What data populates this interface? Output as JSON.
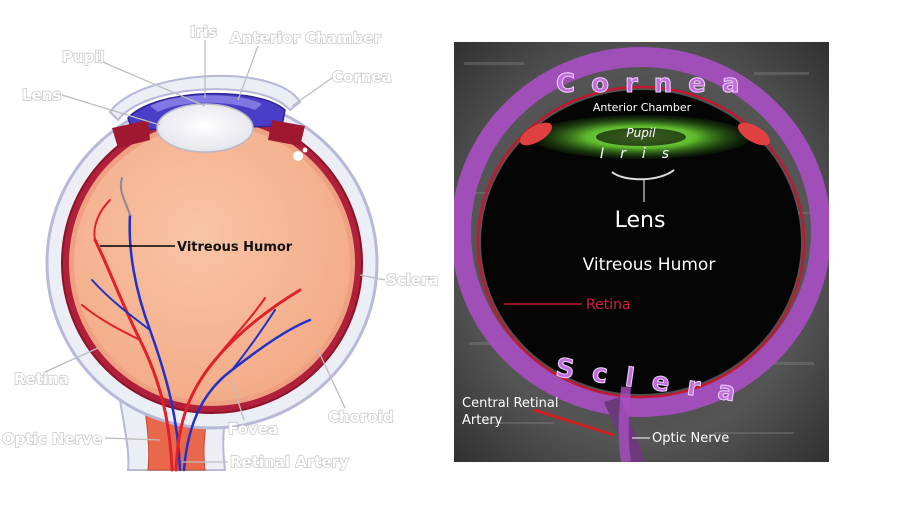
{
  "left_diagram": {
    "labels": {
      "iris": "Iris",
      "anterior_chamber": "Anterior Chamber",
      "pupil": "Pupil",
      "cornea": "Cornea",
      "lens": "Lens",
      "vitreous_humor": "Vitreous Humor",
      "sclera": "Sclera",
      "retina": "Retina",
      "choroid": "Choroid",
      "fovea": "Fovea",
      "optic_nerve": "Optic Nerve",
      "retinal_artery": "Retinal Artery"
    }
  },
  "right_diagram": {
    "labels": {
      "cornea": "Cornea",
      "anterior_chamber": "Anterior Chamber",
      "pupil": "Pupil",
      "iris": "Iris",
      "lens": "Lens",
      "vitreous_humor": "Vitreous Humor",
      "retina": "Retina",
      "sclera": "Sclera",
      "central_retinal_artery_line1": "Central Retinal",
      "central_retinal_artery_line2": "Artery",
      "optic_nerve": "Optic Nerve"
    }
  },
  "colors": {
    "vitreous": "#f5b28e",
    "choroid_red": "#b0203a",
    "sclera_outline": "#b8b8d8",
    "iris_blue": "#4a3ec8",
    "ultrasound_purple": "#a64fc0",
    "retina_red": "#c01830",
    "iris_green": "#5cb82c"
  }
}
